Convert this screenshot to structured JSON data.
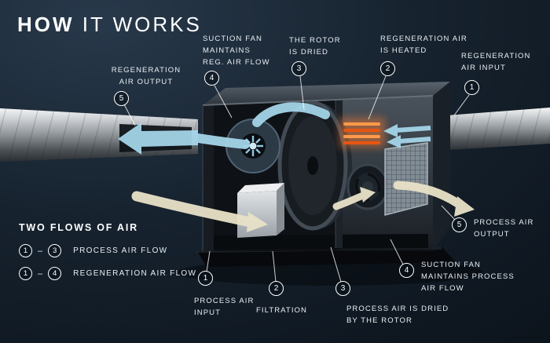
{
  "title": {
    "bold": "HOW",
    "light": "IT WORKS"
  },
  "callouts": {
    "regeneration_air_output": {
      "num": "5",
      "label": "REGENERATION\nAIR OUTPUT"
    },
    "suction_fan_reg": {
      "num": "4",
      "label": "SUCTION FAN\nMAINTAINS\nREG. AIR FLOW"
    },
    "rotor_is_dried": {
      "num": "3",
      "label": "THE ROTOR\nIS DRIED"
    },
    "regeneration_air_heated": {
      "num": "2",
      "label": "REGENERATION AIR\nIS HEATED"
    },
    "regeneration_air_input": {
      "num": "1",
      "label": "REGENERATION\nAIR INPUT"
    },
    "process_air_output": {
      "num": "5",
      "label": "PROCESS AIR\nOUTPUT"
    },
    "suction_fan_process": {
      "num": "4",
      "label": "SUCTION FAN\nMAINTAINS PROCESS\nAIR FLOW"
    },
    "process_air_dried": {
      "num": "3",
      "label": "PROCESS AIR IS DRIED\nBY THE ROTOR"
    },
    "filtration": {
      "num": "2",
      "label": "FILTRATION"
    },
    "process_air_input": {
      "num": "1",
      "label": "PROCESS AIR\nINPUT"
    }
  },
  "legend": {
    "title": "TWO FLOWS OF AIR",
    "rows": [
      {
        "from": "1",
        "dash": "–",
        "to": "3",
        "label": "PROCESS AIR FLOW"
      },
      {
        "from": "1",
        "dash": "–",
        "to": "4",
        "label": "REGENERATION AIR FLOW"
      }
    ]
  },
  "colors": {
    "background": "#16222e",
    "regeneration_flow": "#a6d8ec",
    "process_flow": "#e9e2c8",
    "heater_glow": "#f07830",
    "text": "#e9eef3"
  }
}
